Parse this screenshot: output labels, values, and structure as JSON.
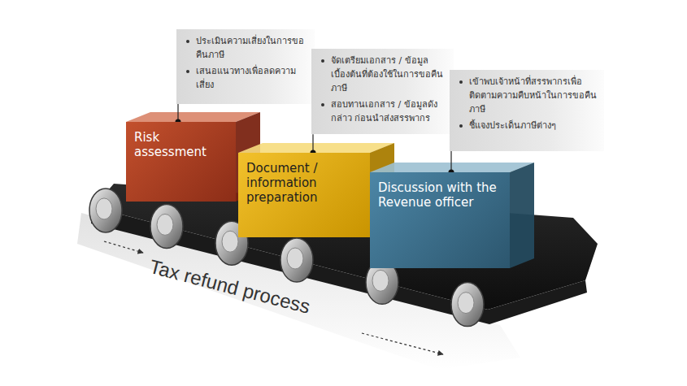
{
  "diagram": {
    "nodes": [
      {
        "text": [
          "ประเมินความเสี่ยงในการขอคืนภาษี",
          "เสนอแนวทางเพื่อลดความเสี่ยง"
        ]
      },
      {
        "text": [
          "Risk assessment"
        ]
      },
      {
        "text": [
          "จัดเตรียมเอกสาร / ข้อมูล เบื้องต้นที่ต้องใช้ในการขอคืนภาษี",
          "สอบทานเอกสาร / ข้อมูลดังกล่าว ก่อนนำส่งสรรพากร"
        ]
      },
      {
        "text": [
          "Document / information preparation"
        ]
      },
      {
        "text": [
          "เข้าพบเจ้าหน้าที่สรรพากรเพื่อติดตามความคืบหน้าในการขอคืนภาษี",
          "ชี้แจงประเด็นภาษีต่างๆ"
        ]
      },
      {
        "text": [
          "Discussion with the Revenue officer"
        ]
      }
    ],
    "edges": [
      {
        "from": 0,
        "to": 1,
        "arrow": "none"
      },
      {
        "from": 2,
        "to": 3,
        "arrow": "none"
      },
      {
        "from": 4,
        "to": 5,
        "arrow": "none"
      }
    ],
    "labels": [
      "Tax refund process"
    ]
  }
}
